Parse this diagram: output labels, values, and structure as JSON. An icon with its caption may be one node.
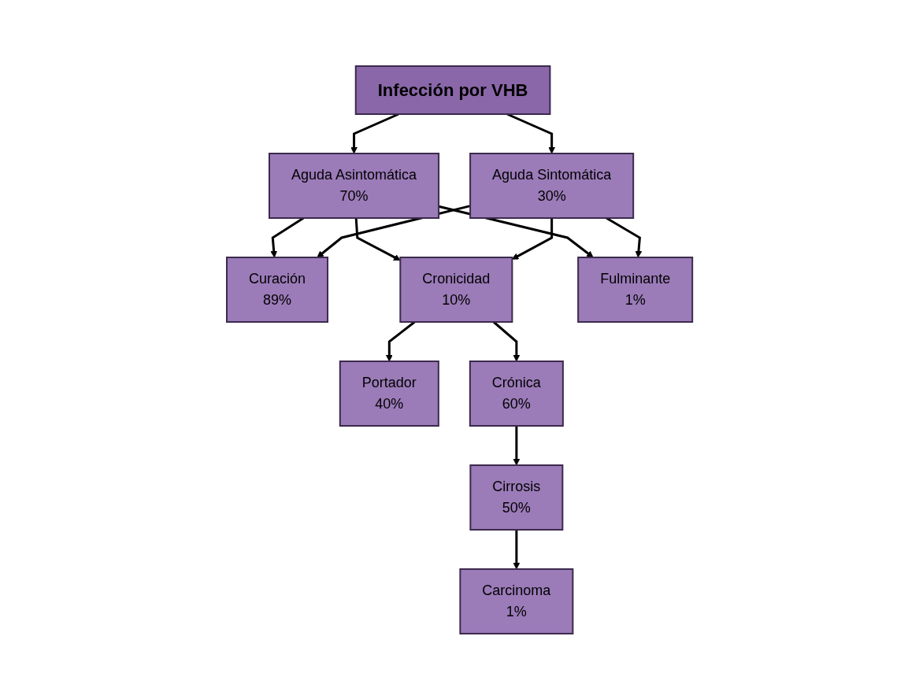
{
  "diagram": {
    "nodes": [
      {
        "text": [
          "Infección por VHB"
        ]
      },
      {
        "text": [
          "Aguda Asintomática",
          "70%"
        ]
      },
      {
        "text": [
          "Aguda Sintomática",
          "30%"
        ]
      },
      {
        "text": [
          "Curación",
          "89%"
        ]
      },
      {
        "text": [
          "Cronicidad",
          "10%"
        ]
      },
      {
        "text": [
          "Fulminante",
          "1%"
        ]
      },
      {
        "text": [
          "Portador",
          "40%"
        ]
      },
      {
        "text": [
          "Crónica",
          "60%"
        ]
      },
      {
        "text": [
          "Cirrosis",
          "50%"
        ]
      },
      {
        "text": [
          "Carcinoma",
          "1%"
        ]
      }
    ],
    "edges": [
      {
        "from": 0,
        "to": 1,
        "arrow": "to"
      },
      {
        "from": 0,
        "to": 2,
        "arrow": "to"
      },
      {
        "from": 1,
        "to": 3,
        "arrow": "to"
      },
      {
        "from": 1,
        "to": 4,
        "arrow": "to"
      },
      {
        "from": 1,
        "to": 5,
        "arrow": "to"
      },
      {
        "from": 2,
        "to": 3,
        "arrow": "to"
      },
      {
        "from": 2,
        "to": 4,
        "arrow": "to"
      },
      {
        "from": 2,
        "to": 5,
        "arrow": "to"
      },
      {
        "from": 4,
        "to": 6,
        "arrow": "to"
      },
      {
        "from": 4,
        "to": 7,
        "arrow": "to"
      },
      {
        "from": 7,
        "to": 8,
        "arrow": "to"
      },
      {
        "from": 8,
        "to": 9,
        "arrow": "to"
      }
    ]
  }
}
